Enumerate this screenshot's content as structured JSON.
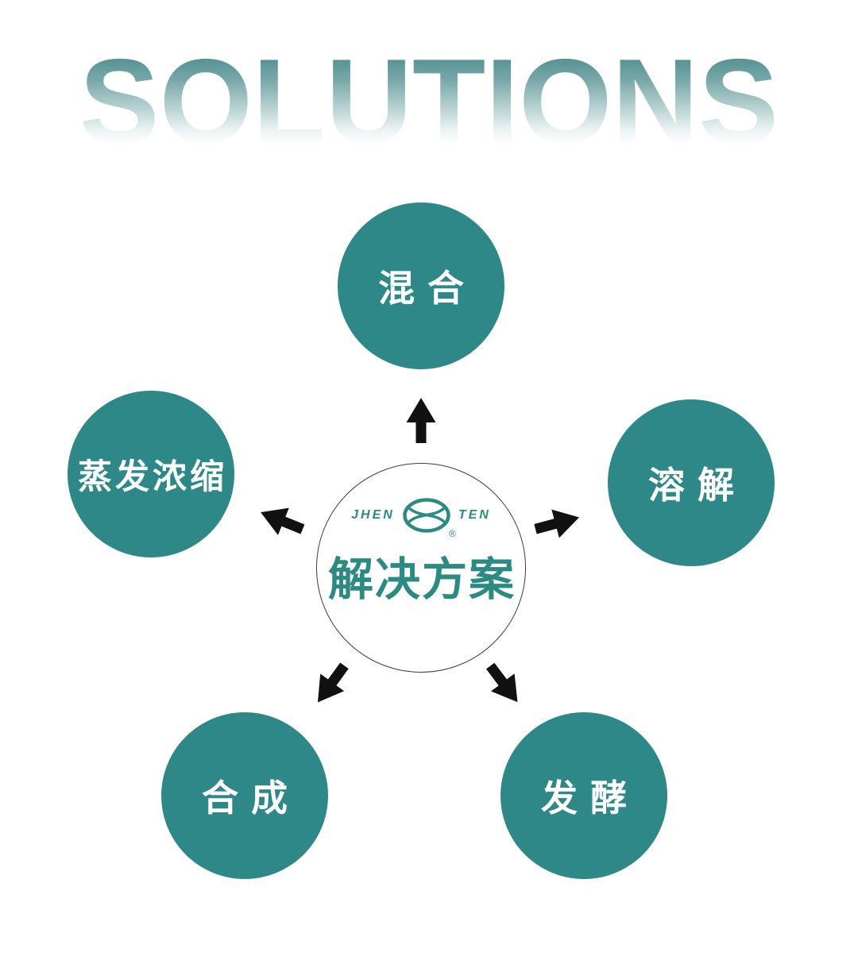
{
  "title": "SOLUTIONS",
  "center": {
    "brand_left": "JHEN",
    "brand_right": "TEN",
    "registered_mark": "®",
    "label": "解决方案"
  },
  "nodes": [
    {
      "id": "mixing",
      "label": "混合",
      "position": "top"
    },
    {
      "id": "dissolving",
      "label": "溶解",
      "position": "right"
    },
    {
      "id": "fermentation",
      "label": "发酵",
      "position": "bottom-right"
    },
    {
      "id": "synthesis",
      "label": "合成",
      "position": "bottom-left"
    },
    {
      "id": "evaporation-concentration",
      "label": "蒸发浓缩",
      "position": "left"
    }
  ],
  "icons": {
    "hub_logo": "jhenten-ellipse-logo",
    "arrows": [
      "arrow-up",
      "arrow-upper-left",
      "arrow-upper-right",
      "arrow-lower-left",
      "arrow-lower-right"
    ]
  },
  "colors": {
    "node_fill": "#2d8887",
    "node_text": "#ffffff",
    "brand_teal": "#2b8a82",
    "arrow_black": "#111111",
    "hub_border": "#3c3c3c",
    "title_gradient_top": "#47898b",
    "title_gradient_bottom": "#ffffff",
    "background": "#ffffff"
  }
}
